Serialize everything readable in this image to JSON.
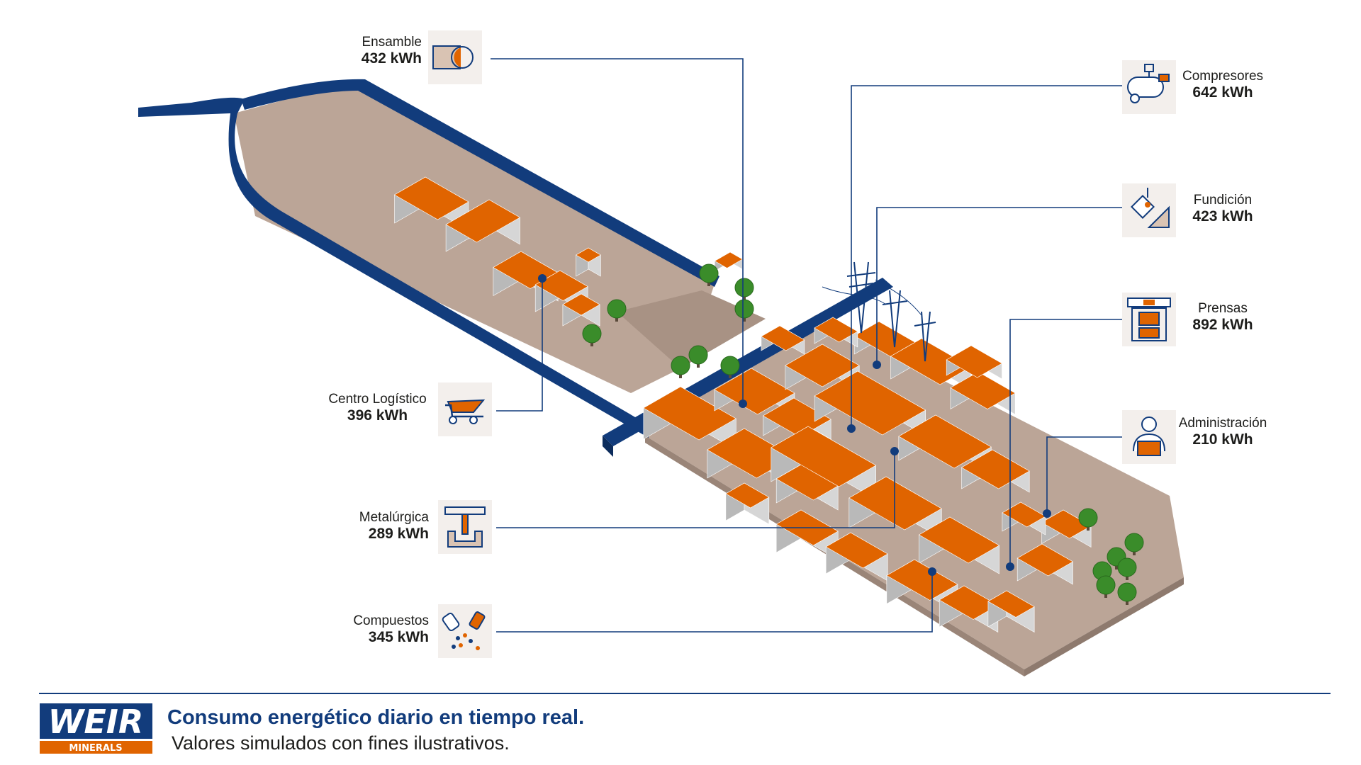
{
  "colors": {
    "road": "#123c7c",
    "ground": "#bba597",
    "roof": "#e06400",
    "wall_light": "#d6d6d6",
    "wall_dark": "#b9b9b9",
    "tree": "#3a8c2a",
    "icon_bg": "#f3efec",
    "leader": "#123c7c"
  },
  "legend": [
    {
      "id": "ensamble",
      "name": "Ensamble",
      "value": "432 kWh",
      "icon": "ensamble-icon"
    },
    {
      "id": "centro",
      "name": "Centro Logístico",
      "value": "396 kWh",
      "icon": "dump-truck-icon"
    },
    {
      "id": "metalurgica",
      "name": "Metalúrgica",
      "value": "289 kWh",
      "icon": "metallurgy-icon"
    },
    {
      "id": "compuestos",
      "name": "Compuestos",
      "value": "345 kWh",
      "icon": "compounds-icon"
    },
    {
      "id": "compresores",
      "name": "Compresores",
      "value": "642 kWh",
      "icon": "compressor-icon"
    },
    {
      "id": "fundicion",
      "name": "Fundición",
      "value": "423 kWh",
      "icon": "foundry-ladle-icon"
    },
    {
      "id": "prensas",
      "name": "Prensas",
      "value": "892 kWh",
      "icon": "press-icon"
    },
    {
      "id": "administracion",
      "name": "Administración",
      "value": "210 kWh",
      "icon": "administration-icon"
    }
  ],
  "footer": {
    "logo_text": "WEIR",
    "logo_sub": "MINERALS",
    "title": "Consumo energético diario en tiempo real.",
    "subtitle": "Valores simulados con fines ilustrativos."
  }
}
